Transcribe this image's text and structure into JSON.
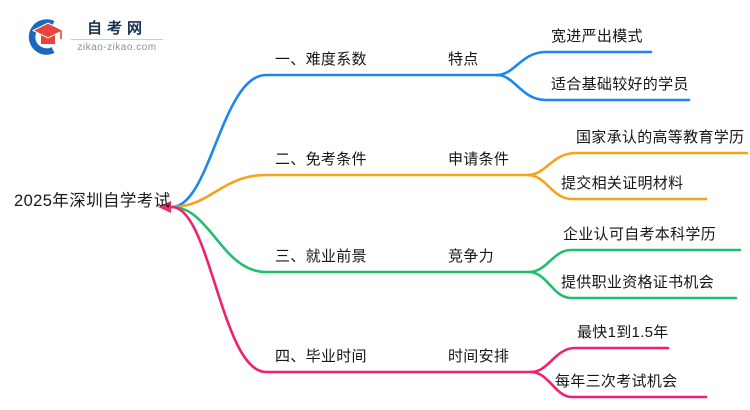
{
  "logo": {
    "title": "自考网",
    "domain": "zikao-zikao.com",
    "crescent_color": "#1b69bd",
    "cap_color": "#e8433d"
  },
  "root": {
    "label": "2025年深圳自学考试",
    "arrow_color": "#ea2e6f"
  },
  "branches": [
    {
      "label": "一、难度系数",
      "sub_label": "特点",
      "color": "#1d87f0",
      "leaves": [
        "宽进严出模式",
        "适合基础较好的学员"
      ]
    },
    {
      "label": "二、免考条件",
      "sub_label": "申请条件",
      "color": "#f9a11b",
      "leaves": [
        "国家承认的高等教育学历",
        "提交相关证明材料"
      ]
    },
    {
      "label": "三、就业前景",
      "sub_label": "竞争力",
      "color": "#1fbf6c",
      "leaves": [
        "企业认可自考本科学历",
        "提供职业资格证书机会"
      ]
    },
    {
      "label": "四、毕业时间",
      "sub_label": "时间安排",
      "color": "#ef2170",
      "leaves": [
        "最快1到1.5年",
        "每年三次考试机会"
      ]
    }
  ]
}
